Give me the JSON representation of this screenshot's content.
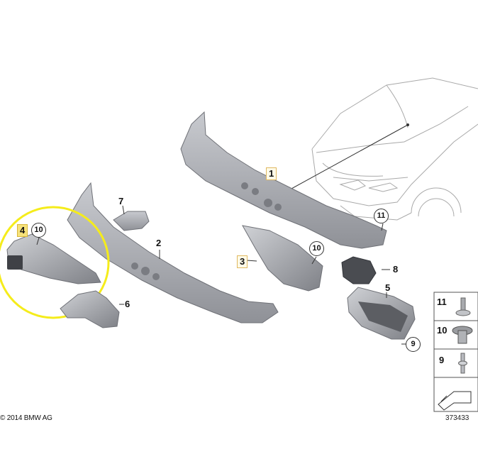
{
  "parts": [
    {
      "number": "1",
      "style": "boxed"
    },
    {
      "number": "2",
      "style": "plain"
    },
    {
      "number": "3",
      "style": "boxed"
    },
    {
      "number": "4",
      "style": "highlight"
    },
    {
      "number": "5",
      "style": "plain"
    },
    {
      "number": "6",
      "style": "plain"
    },
    {
      "number": "7",
      "style": "plain"
    },
    {
      "number": "8",
      "style": "plain"
    },
    {
      "number": "9",
      "style": "circled"
    },
    {
      "number": "10",
      "style": "circled"
    },
    {
      "number": "11",
      "style": "circled"
    }
  ],
  "legend": {
    "rows": [
      {
        "number": "11",
        "icon": "bolt-fastener-icon"
      },
      {
        "number": "10",
        "icon": "expanding-clip-icon"
      },
      {
        "number": "9",
        "icon": "rivet-icon"
      }
    ],
    "arrow_icon": "direction-arrow-icon"
  },
  "copyright": "© 2014 BMW AG",
  "drawing_number": "373433",
  "colors": {
    "part_fill": "#b4b6bb",
    "part_shadow": "#8e9096",
    "highlight_ring": "#f5ec1b",
    "outline": "#9a9a9a"
  }
}
